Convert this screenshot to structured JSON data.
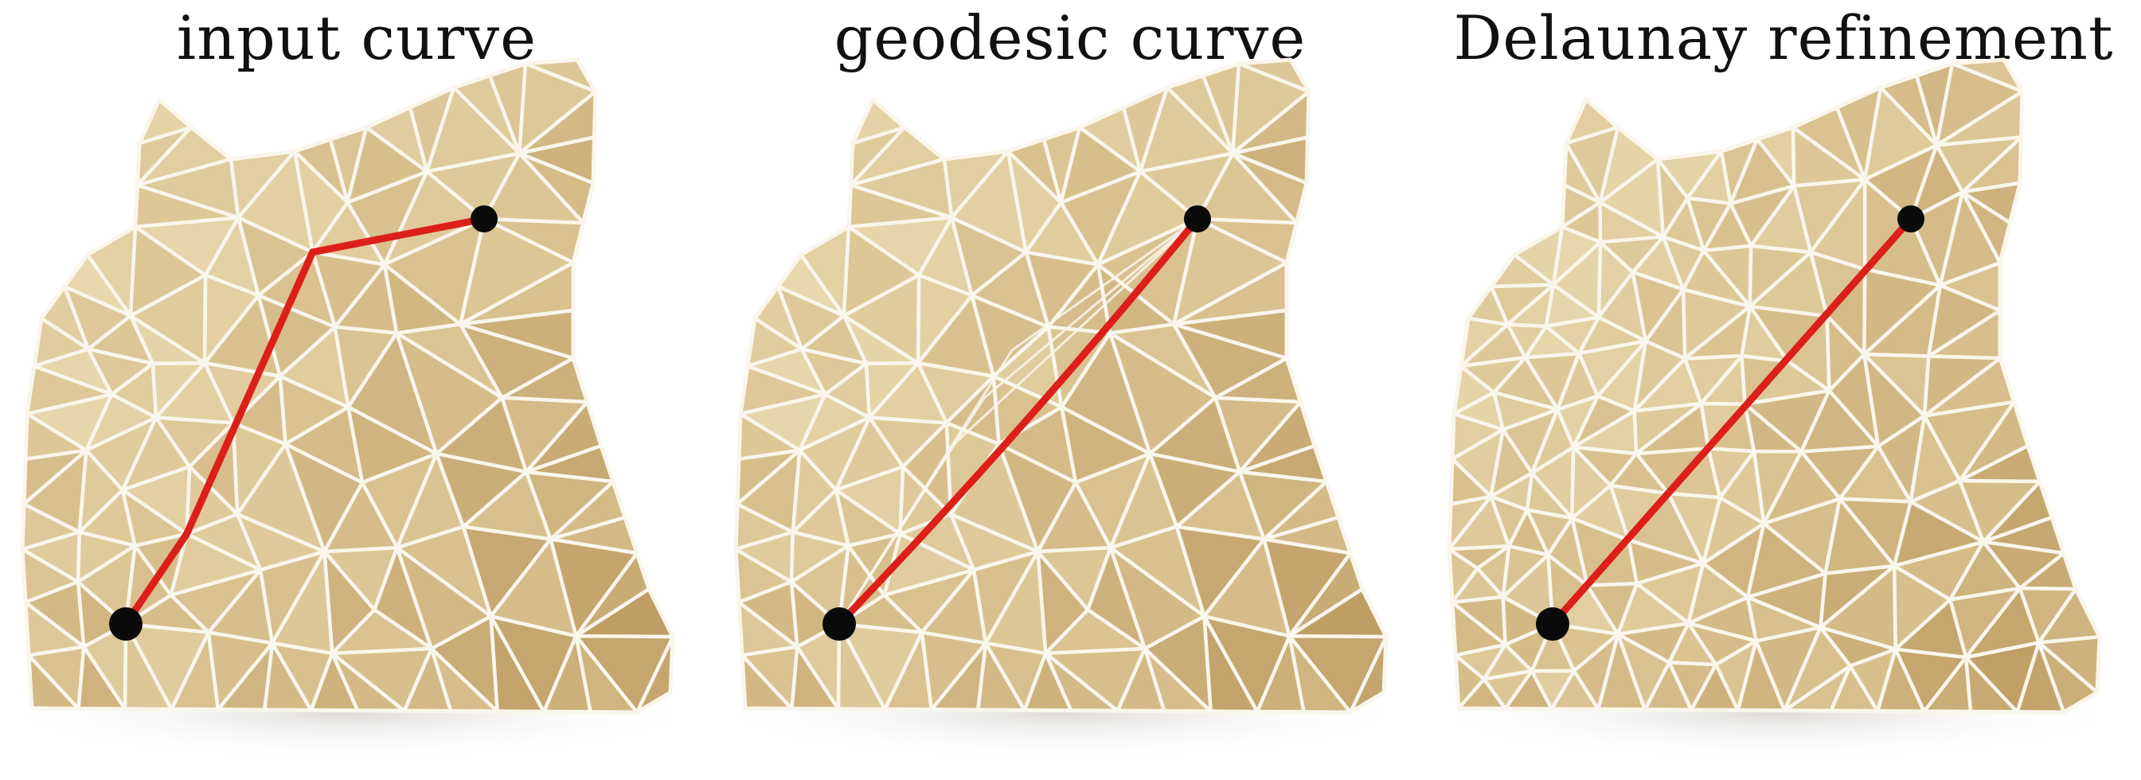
{
  "panels": [
    {
      "title": "input curve"
    },
    {
      "title": "geodesic curve"
    },
    {
      "title": "Delaunay refinement"
    }
  ],
  "colors": {
    "face_light": "#ecdcb4",
    "face_mid": "#d8c08e",
    "face_dark": "#b8975c",
    "edge": "#fbf6ec",
    "curve": "#dd1f1b",
    "endpoint": "#0a0a0a",
    "shadow": "#d9d6d2",
    "background": "#ffffff"
  },
  "icons": [
    "cat-head-mesh",
    "curve-endpoint"
  ]
}
